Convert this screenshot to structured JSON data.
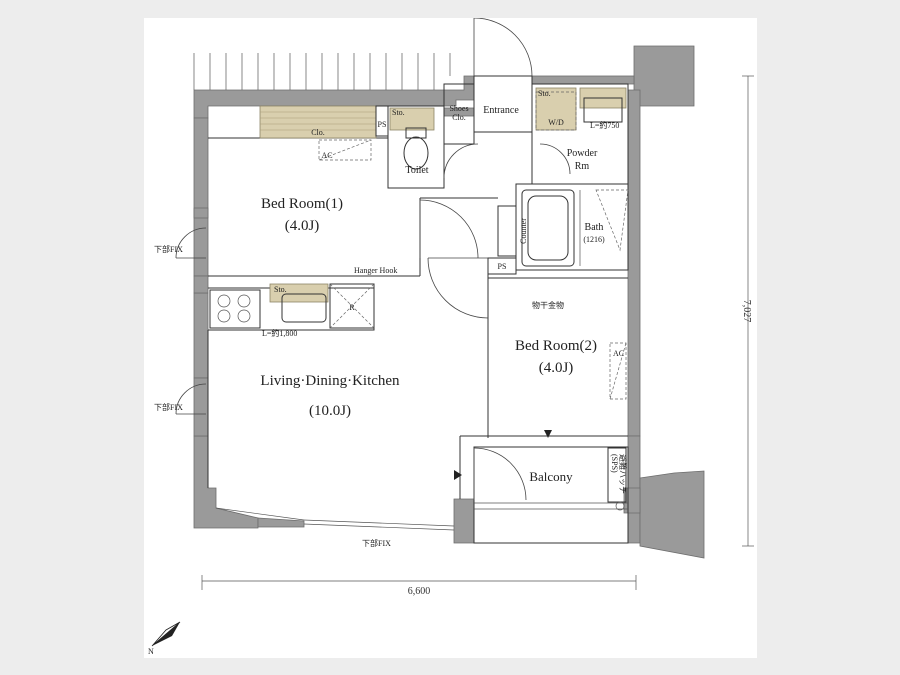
{
  "rooms": {
    "bedroom1_name": "Bed Room(1)",
    "bedroom1_size": "(4.0J)",
    "bedroom2_name": "Bed Room(2)",
    "bedroom2_size": "(4.0J)",
    "ldk_name": "Living·Dining·Kitchen",
    "ldk_size": "(10.0J)",
    "entrance": "Entrance",
    "toilet": "Toilet",
    "powder_1": "Powder",
    "powder_2": "Rm",
    "bath": "Bath",
    "bath_size": "(1216)",
    "balcony": "Balcony"
  },
  "labels": {
    "clo": "Clo.",
    "ac": "AC",
    "ac2": "AC",
    "ps1": "PS",
    "ps2": "PS",
    "sto_toilet": "Sto.",
    "sto_powder": "Sto.",
    "sto_kitchen": "Sto.",
    "shoes_1": "Shoes",
    "shoes_2": "Clo.",
    "wd": "W/D",
    "l750": "L=約750",
    "counter": "Counter",
    "hanger_hook": "Hanger Hook",
    "kitchen_len": "L=約1,800",
    "fridge": "R",
    "laundry_hardware": "物干金物",
    "fix_left_1": "下部FIX",
    "fix_left_2": "下部FIX",
    "fix_bottom": "下部FIX",
    "hatch_1": "避難ハッチ",
    "hatch_2": "(SPS)"
  },
  "dimensions": {
    "width": "6,600",
    "height": "7,027"
  },
  "compass": {
    "north": "N"
  }
}
